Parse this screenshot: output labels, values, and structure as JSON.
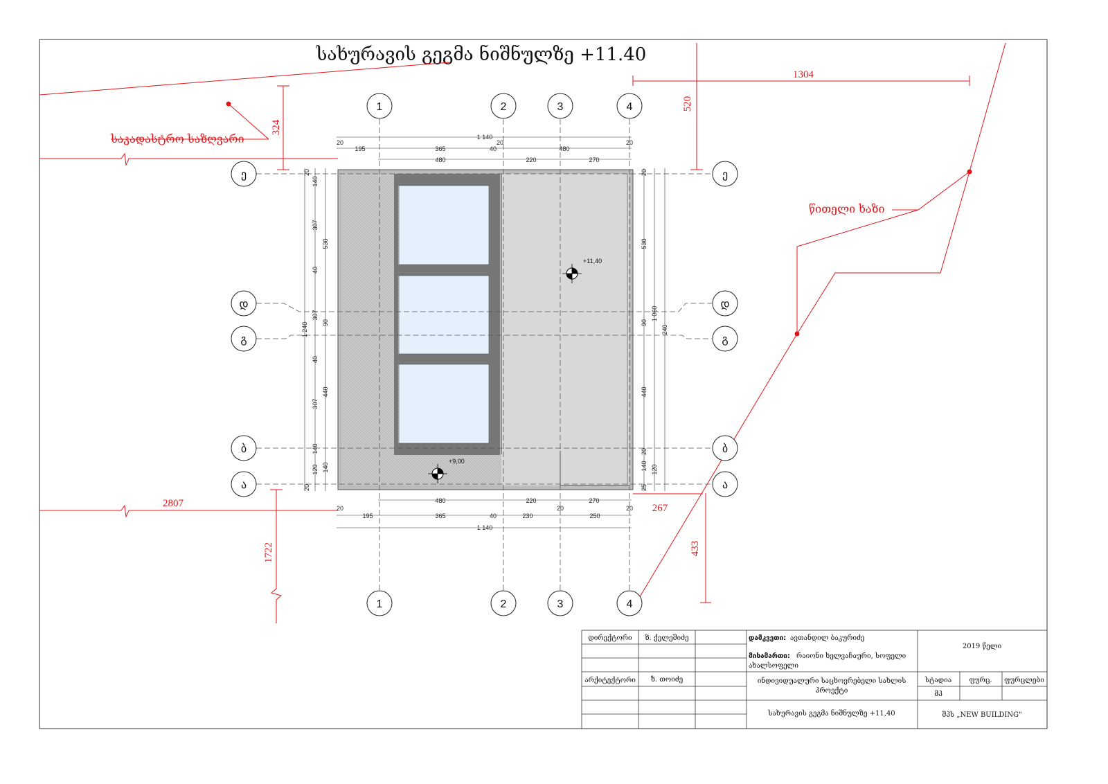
{
  "drawing": {
    "title": "სახურავის გეგმა ნიშნულზე +11.40",
    "axes_numeric": [
      "1",
      "2",
      "3",
      "4"
    ],
    "axes_letter": [
      "ე",
      "დ",
      "გ",
      "ბ",
      "ა"
    ],
    "top_dims": {
      "overall": "1 140",
      "row1": [
        "20",
        "195",
        "365",
        "40",
        "20",
        "480",
        "20"
      ],
      "row2": [
        "480",
        "220",
        "270"
      ]
    },
    "bottom_dims": {
      "overall": "1 140",
      "row1": [
        "20",
        "195",
        "365",
        "40",
        "230",
        "20",
        "250",
        "20"
      ],
      "row2": [
        "480",
        "220",
        "270"
      ]
    },
    "left_dims": {
      "overall": "1 240",
      "col1": [
        "20",
        "140",
        "307",
        "40",
        "307",
        "40",
        "307",
        "140",
        "120",
        "20"
      ],
      "col2": [
        "530",
        "90",
        "440",
        "140"
      ]
    },
    "right_dims": {
      "overall": "1 060",
      "col1": [
        "20",
        "530",
        "90",
        "440",
        "20",
        "140",
        "120",
        "25"
      ],
      "col2": [
        "240"
      ]
    },
    "levels": {
      "roof": "+11,40",
      "low": "+9,00"
    },
    "red": {
      "cadastral": "საკადასტრო საზღვარი",
      "red_line": "წითელი ხაზი",
      "d1304": "1304",
      "d520": "520",
      "d324": "324",
      "d2807": "2807",
      "d267": "267",
      "d1722": "1722",
      "d433": "433"
    }
  },
  "titleblock": {
    "director_lbl": "დირექტორი",
    "director_name": "ზ. ქელეშიძე",
    "architect_lbl": "არქიტექტორი",
    "architect_name": "ზ. თოიძე",
    "client_lbl": "დამკვეთი:",
    "client": "ავთანდილ ბაკურიძე",
    "address_lbl": "მისამართი:",
    "address_1": "რაიონი ხელვაჩაური, სოფელი",
    "address_2": "ახალსოფელი",
    "year": "2019 წელი",
    "project_1": "ინდივიდუალური საცხოვრებელი სახლის",
    "project_2": "პროექტი",
    "stage_lbl": "სტადია",
    "sheet_lbl": "ფურც.",
    "sheets_lbl": "ფურცლები",
    "stage": "მპ",
    "sheet_title": "სახურავის გეგმა ნიშნულზე +11,40",
    "company": "შპს „NEW BUILDING\""
  }
}
